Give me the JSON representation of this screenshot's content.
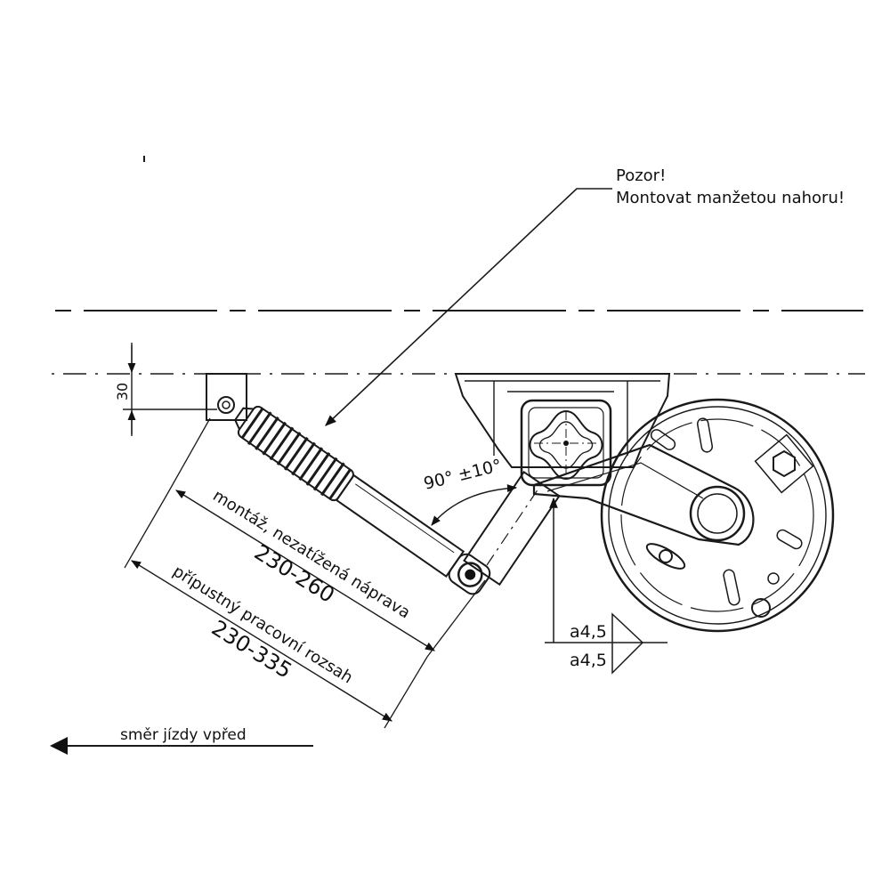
{
  "note": {
    "line1": "Pozor!",
    "line2": "Montovat manžetou nahoru!"
  },
  "dimensions": {
    "height_offset": "30",
    "angle": "90° ±10°",
    "mount_label": "montáž, nezatížená náprava",
    "mount_range": "230-260",
    "work_label": "přípustný pracovní rozsah",
    "work_range": "230-335",
    "weld_top": "a4,5",
    "weld_bottom": "a4,5"
  },
  "direction_label": "směr jízdy vpřed"
}
